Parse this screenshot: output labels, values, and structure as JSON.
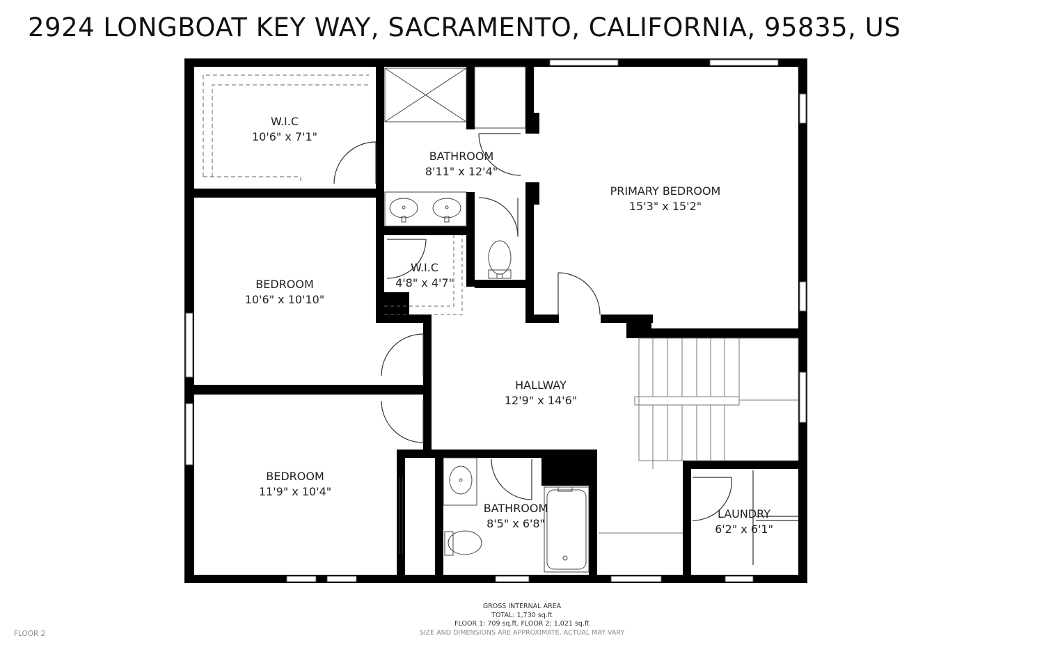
{
  "address": "2924 LONGBOAT KEY WAY, SACRAMENTO, CALIFORNIA, 95835, US",
  "rooms": [
    {
      "name": "W.I.C",
      "dims": "10'6\" x 7'1\""
    },
    {
      "name": "BATHROOM",
      "dims": "8'11\" x 12'4\""
    },
    {
      "name": "PRIMARY BEDROOM",
      "dims": "15'3\" x 15'2\""
    },
    {
      "name": "BEDROOM",
      "dims": "10'6\" x 10'10\""
    },
    {
      "name": "W.I.C",
      "dims": "4'8\" x 4'7\""
    },
    {
      "name": "HALLWAY",
      "dims": "12'9\" x 14'6\""
    },
    {
      "name": "BEDROOM",
      "dims": "11'9\" x 10'4\""
    },
    {
      "name": "BATHROOM",
      "dims": "8'5\" x 6'8\""
    },
    {
      "name": "LAUNDRY",
      "dims": "6'2\" x 6'1\""
    }
  ],
  "footer": {
    "heading": "GROSS INTERNAL AREA",
    "total": "TOTAL: 1,730 sq.ft",
    "floors": "FLOOR 1: 709 sq.ft, FLOOR 2: 1,021 sq.ft",
    "disclaimer": "SIZE AND DIMENSIONS ARE APPROXIMATE, ACTUAL MAY VARY"
  },
  "floor_label": "FLOOR 2",
  "colors": {
    "wall": "#000000",
    "background": "#ffffff",
    "fixture": "#333333"
  }
}
